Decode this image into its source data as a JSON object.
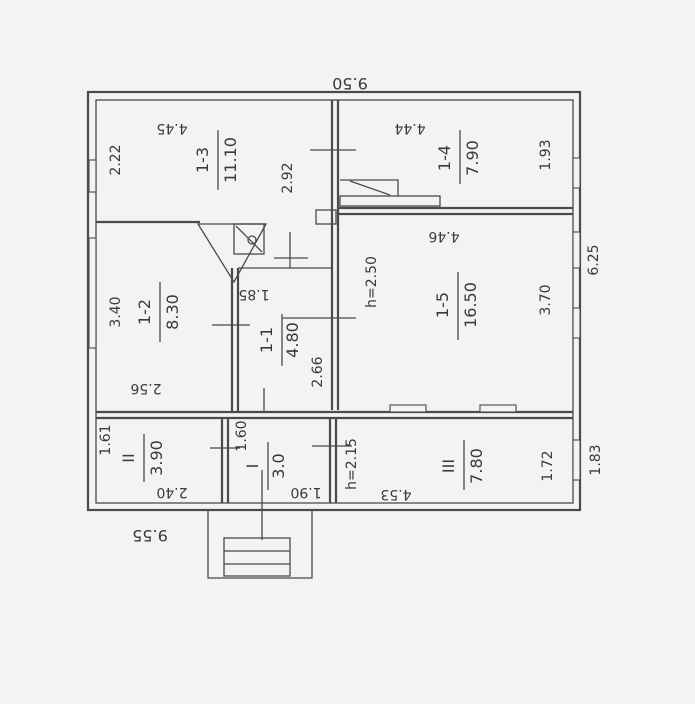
{
  "colors": {
    "paper": "#f3f3f1",
    "ink": "#4a4a4a"
  },
  "dimensions": {
    "top_width": "9.50",
    "bottom_width": "9.55",
    "right_height": "6.25",
    "right_bottom": "1.83"
  },
  "rooms": [
    {
      "id": "1-3",
      "area": "11.10",
      "dim_a": "4.45",
      "dim_b": "2.22",
      "dim_c": "2.92"
    },
    {
      "id": "1-4",
      "area": "7.90",
      "dim_a": "4.44",
      "dim_b": "1.93"
    },
    {
      "id": "1-2",
      "area": "8.30",
      "dim_a": "3.40",
      "dim_b": "2.56"
    },
    {
      "id": "1-1",
      "area": "4.80",
      "dim_a": "1.85",
      "dim_b": "2.66"
    },
    {
      "id": "1-5",
      "area": "16.50",
      "dim_a": "4.46",
      "dim_b": "3.70",
      "height": "h=2.50"
    },
    {
      "id": "II",
      "area": "3.90",
      "dim_a": "1.61",
      "dim_b": "2.40"
    },
    {
      "id": "I",
      "area": "3.0",
      "dim_a": "1.60",
      "dim_b": "1.90"
    },
    {
      "id": "III",
      "area": "7.80",
      "dim_a": "4.53",
      "dim_b": "1.72",
      "height": "h=2.15"
    }
  ]
}
